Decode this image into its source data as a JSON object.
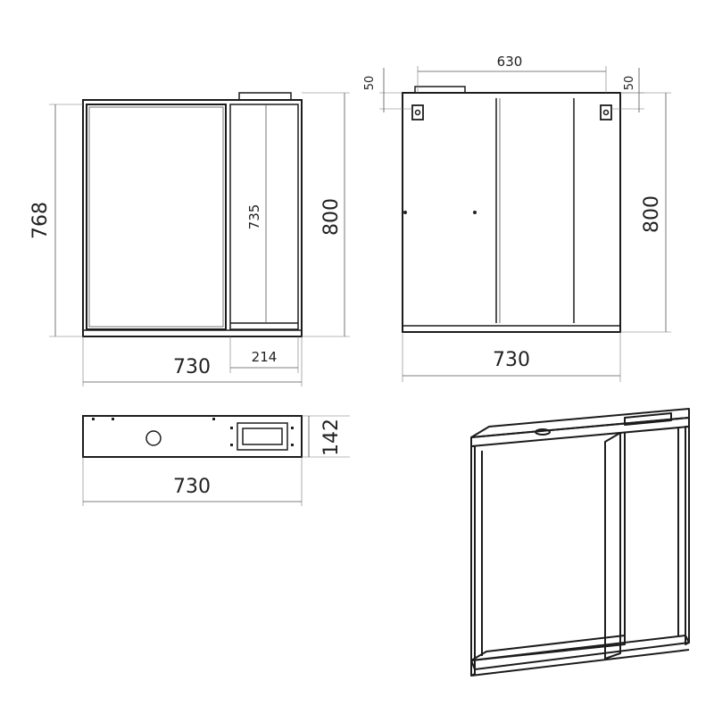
{
  "front_view": {
    "overall_height": "768",
    "niche_height": "735",
    "total_height": "800",
    "width": "730",
    "niche_width": "214"
  },
  "back_view": {
    "mount_spacing": "630",
    "left_offset": "50",
    "right_offset": "50",
    "height": "800",
    "width": "730"
  },
  "top_view": {
    "width": "730",
    "depth": "142"
  },
  "colors": {
    "line": "#1c1c1c",
    "dimension": "#555555"
  }
}
